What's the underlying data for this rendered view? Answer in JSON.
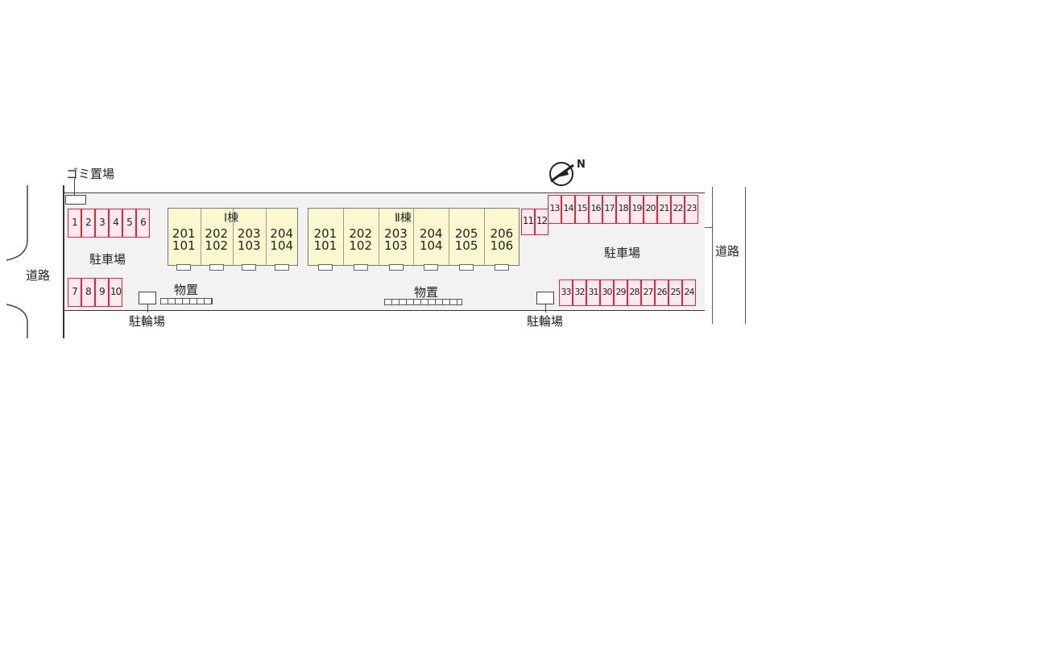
{
  "labels": {
    "garbage": "ゴミ置場",
    "road_left": "道路",
    "road_right": "道路",
    "parking_left": "駐車場",
    "parking_right": "駐車場",
    "bike_left": "駐輪場",
    "bike_right": "駐輪場",
    "storage_left": "物置",
    "storage_right": "物置",
    "building1": "Ⅰ棟",
    "building2": "Ⅱ棟"
  },
  "parking": {
    "top_left": [
      "1",
      "2",
      "3",
      "4",
      "5",
      "6"
    ],
    "bottom_left": [
      "7",
      "8",
      "9",
      "10"
    ],
    "mid_right": [
      "11",
      "12"
    ],
    "top_right": [
      "13",
      "14",
      "15",
      "16",
      "17",
      "18",
      "19",
      "20",
      "21",
      "22",
      "23"
    ],
    "bottom_right": [
      "33",
      "32",
      "31",
      "30",
      "29",
      "28",
      "27",
      "26",
      "25",
      "24"
    ]
  },
  "building1_units": [
    {
      "upper": "201",
      "lower": "101"
    },
    {
      "upper": "202",
      "lower": "102"
    },
    {
      "upper": "203",
      "lower": "103"
    },
    {
      "upper": "204",
      "lower": "104"
    }
  ],
  "building2_units": [
    {
      "upper": "201",
      "lower": "101"
    },
    {
      "upper": "202",
      "lower": "102"
    },
    {
      "upper": "203",
      "lower": "103"
    },
    {
      "upper": "204",
      "lower": "104"
    },
    {
      "upper": "205",
      "lower": "105"
    },
    {
      "upper": "206",
      "lower": "106"
    }
  ],
  "compass": {
    "letter": "N",
    "icon": "north-arrow-icon"
  },
  "colors": {
    "slot_border": "#e0243b",
    "slot_fill": "#fde9ee",
    "unit_fill": "#fbf8d0",
    "lot_fill": "#f2f2f2"
  }
}
